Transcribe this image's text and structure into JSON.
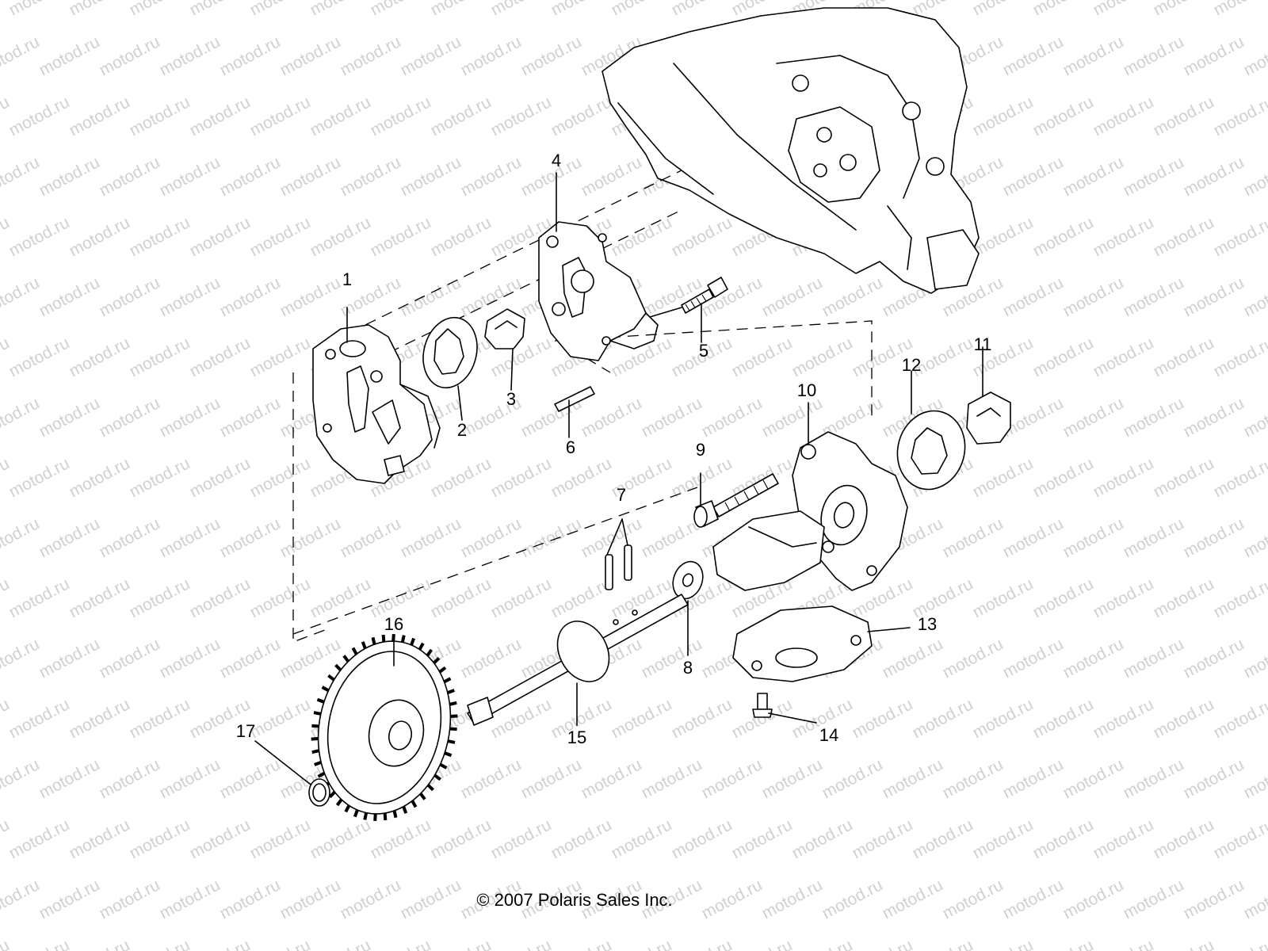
{
  "watermark": "motod.ru",
  "copyright": "© 2007 Polaris Sales Inc.",
  "callouts": [
    "1",
    "2",
    "3",
    "4",
    "5",
    "6",
    "7",
    "8",
    "9",
    "10",
    "11",
    "12",
    "13",
    "14",
    "15",
    "16",
    "17"
  ]
}
